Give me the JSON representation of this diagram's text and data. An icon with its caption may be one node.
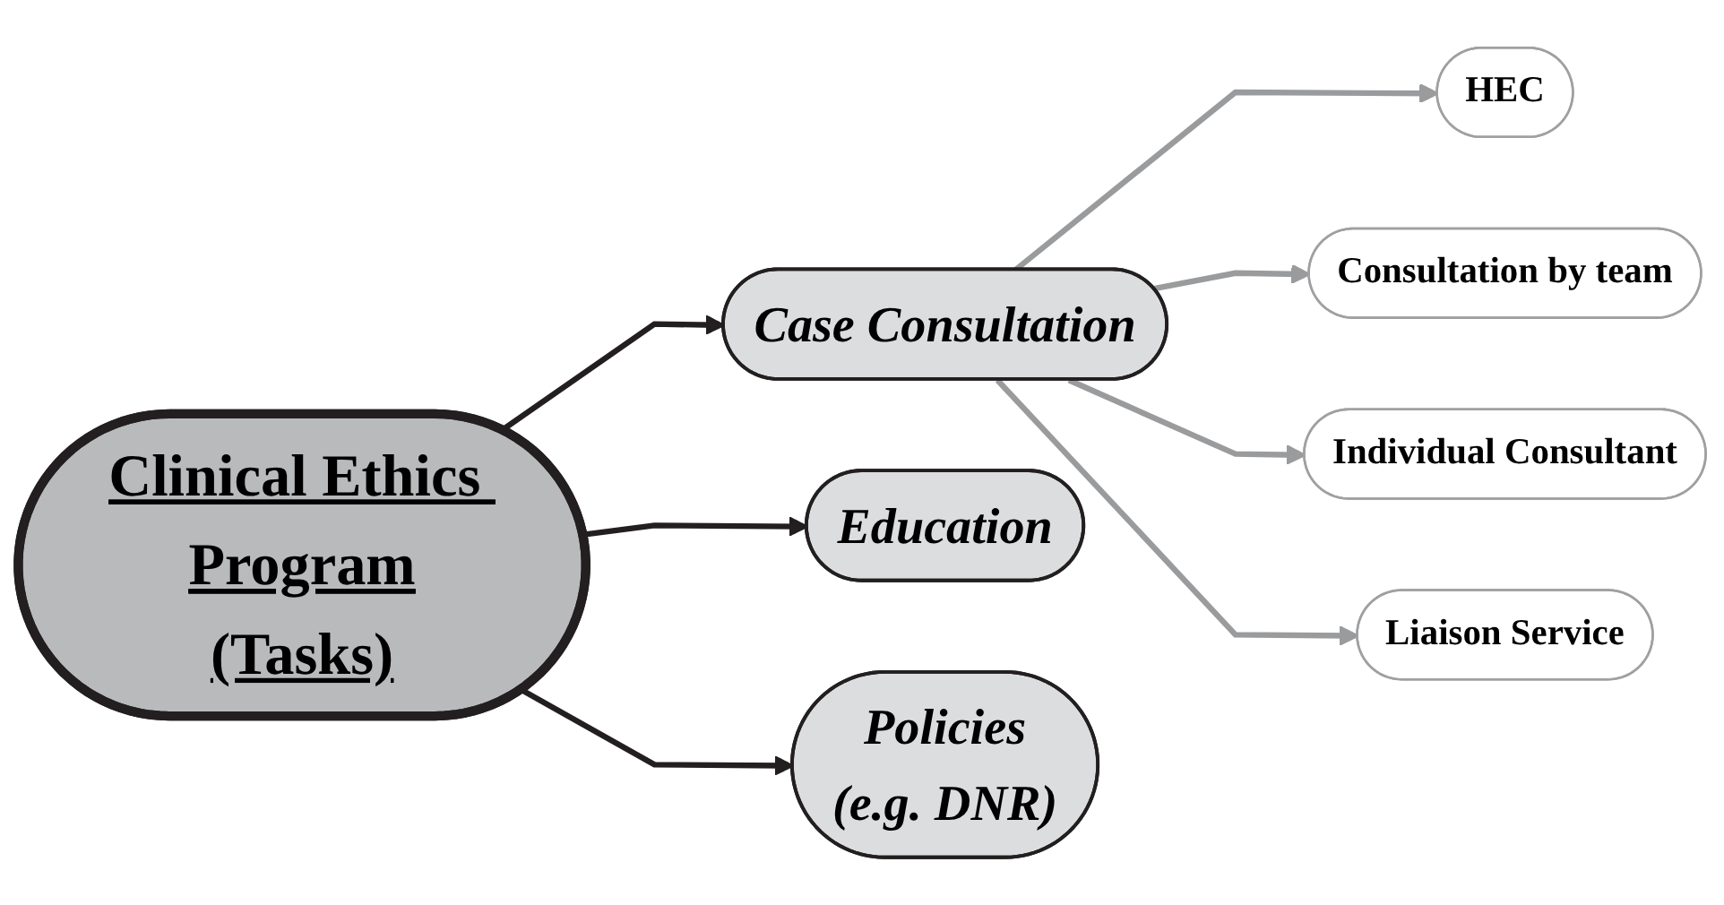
{
  "diagram": {
    "nodes": [
      {
        "text": [
          "HEC"
        ]
      },
      {
        "text": [
          "Case Consultation"
        ]
      },
      {
        "text": [
          "Clinical Ethics Program",
          "(Tasks)"
        ]
      },
      {
        "text": [
          "Education"
        ]
      },
      {
        "text": [
          "Consultation by team"
        ]
      },
      {
        "text": [
          "Liaison Service"
        ]
      },
      {
        "text": [
          "Policies",
          "(e.g. DNR)"
        ]
      },
      {
        "text": [
          "Individual Consultant"
        ]
      }
    ],
    "edges": [
      {
        "from": 2,
        "to": 1,
        "arrow": "to",
        "color": "#231f20"
      },
      {
        "from": 2,
        "to": 3,
        "arrow": "to",
        "color": "#231f20"
      },
      {
        "from": 2,
        "to": 6,
        "arrow": "to",
        "color": "#231f20"
      },
      {
        "from": 1,
        "to": 0,
        "arrow": "to"
      },
      {
        "from": 1,
        "to": 4,
        "arrow": "to"
      },
      {
        "from": 1,
        "to": 7,
        "arrow": "to"
      },
      {
        "from": 1,
        "to": 5,
        "arrow": "to"
      }
    ]
  }
}
